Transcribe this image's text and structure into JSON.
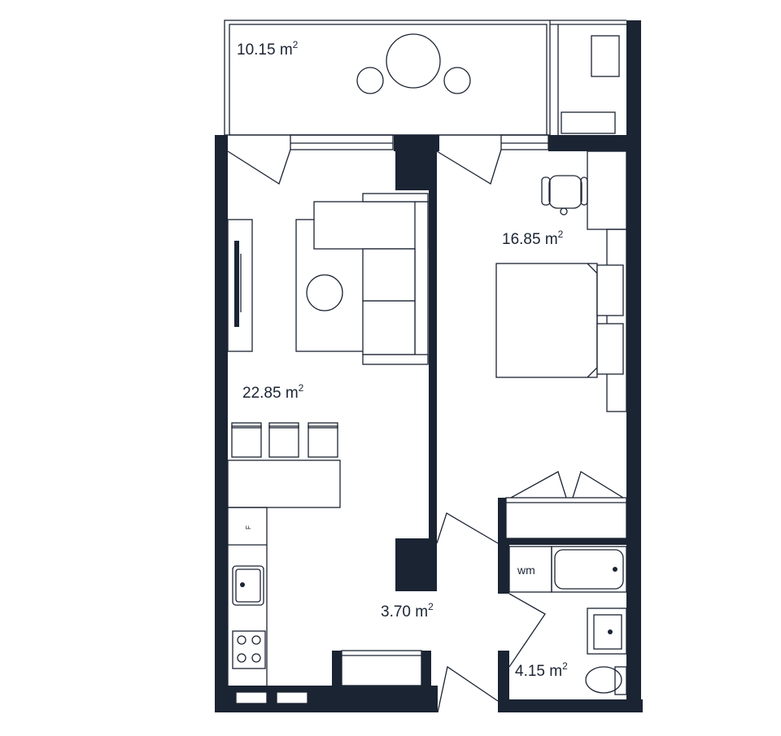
{
  "colors": {
    "wall": "#1b2433",
    "line": "#1b2433",
    "background": "#ffffff"
  },
  "rooms": {
    "balcony": {
      "area": "10.15 m",
      "sup": "2"
    },
    "living": {
      "area": "22.85 m",
      "sup": "2"
    },
    "bedroom": {
      "area": "16.85 m",
      "sup": "2"
    },
    "hall": {
      "area": "3.70 m",
      "sup": "2"
    },
    "bathroom": {
      "area": "4.15 m",
      "sup": "2"
    }
  },
  "fixtures": {
    "washing_machine": "wm",
    "fridge": "F"
  }
}
